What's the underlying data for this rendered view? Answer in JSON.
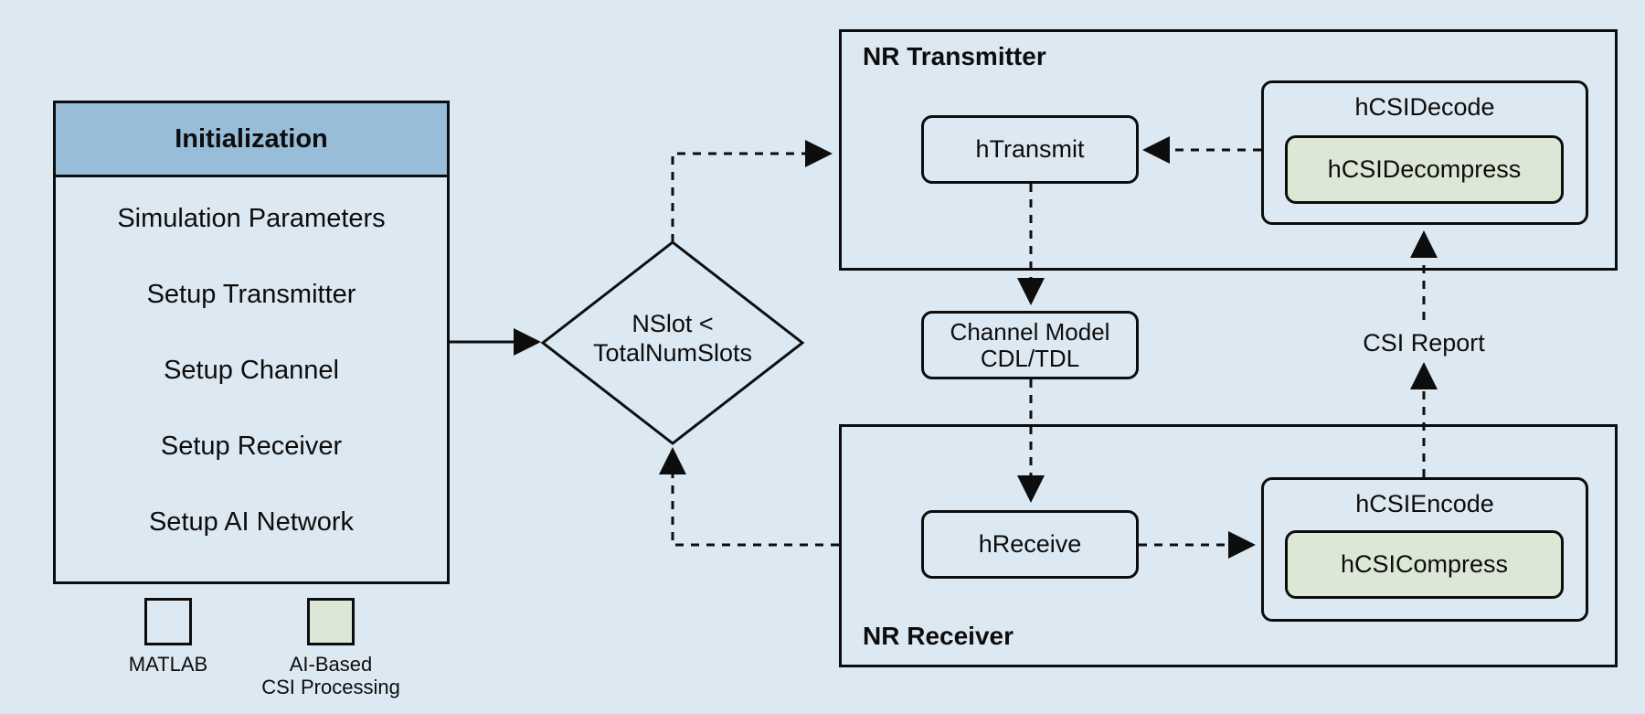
{
  "initialization": {
    "title": "Initialization",
    "items": [
      "Simulation Parameters",
      "Setup Transmitter",
      "Setup Channel",
      "Setup Receiver",
      "Setup AI Network"
    ]
  },
  "decision": {
    "line1": "NSlot <",
    "line2": "TotalNumSlots"
  },
  "transmitter": {
    "title": "NR Transmitter",
    "transmit_block": "hTransmit",
    "decode_group": "hCSIDecode",
    "decompress_block": "hCSIDecompress"
  },
  "channel": {
    "line1": "Channel Model",
    "line2": "CDL/TDL"
  },
  "csi_report_label": "CSI Report",
  "receiver": {
    "title": "NR Receiver",
    "receive_block": "hReceive",
    "encode_group": "hCSIEncode",
    "compress_block": "hCSICompress"
  },
  "legend": {
    "matlab": {
      "label": "MATLAB",
      "color": "#dde9f2"
    },
    "ai": {
      "line1": "AI-Based",
      "line2": "CSI Processing",
      "color": "#dce8d5"
    }
  },
  "colors": {
    "background": "#dde9f2",
    "header_fill": "#97bdd8",
    "ai_fill": "#dce8d5",
    "stroke": "#0d0d0d"
  }
}
